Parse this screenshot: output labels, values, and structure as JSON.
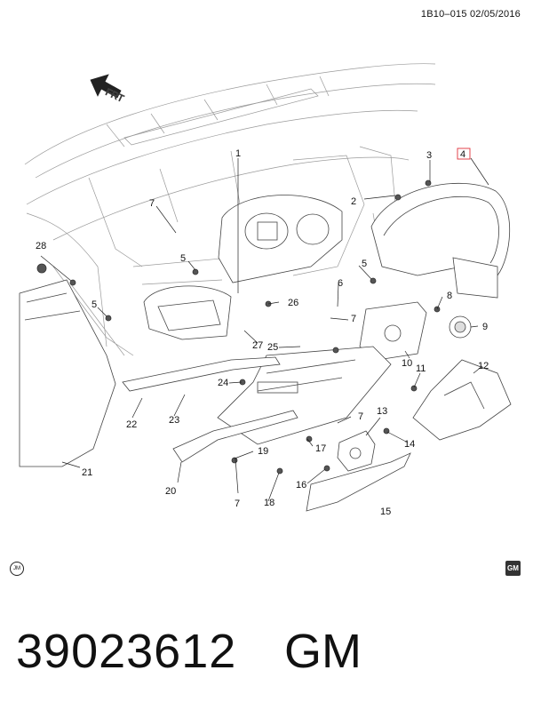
{
  "header": {
    "ref": "1B10–015  02/05/2016"
  },
  "orientation": {
    "label": "FRT"
  },
  "callouts": [
    {
      "id": "c1",
      "text": "1"
    },
    {
      "id": "c2",
      "text": "2"
    },
    {
      "id": "c3",
      "text": "3"
    },
    {
      "id": "c4",
      "text": "4"
    },
    {
      "id": "c5a",
      "text": "5"
    },
    {
      "id": "c5b",
      "text": "5"
    },
    {
      "id": "c5c",
      "text": "5"
    },
    {
      "id": "c6",
      "text": "6"
    },
    {
      "id": "c7a",
      "text": "7"
    },
    {
      "id": "c7b",
      "text": "7"
    },
    {
      "id": "c7c",
      "text": "7"
    },
    {
      "id": "c7d",
      "text": "7"
    },
    {
      "id": "c8",
      "text": "8"
    },
    {
      "id": "c9",
      "text": "9"
    },
    {
      "id": "c10",
      "text": "10"
    },
    {
      "id": "c11",
      "text": "11"
    },
    {
      "id": "c12",
      "text": "12"
    },
    {
      "id": "c13",
      "text": "13"
    },
    {
      "id": "c14",
      "text": "14"
    },
    {
      "id": "c15",
      "text": "15"
    },
    {
      "id": "c16",
      "text": "16"
    },
    {
      "id": "c17",
      "text": "17"
    },
    {
      "id": "c18",
      "text": "18"
    },
    {
      "id": "c19",
      "text": "19"
    },
    {
      "id": "c20",
      "text": "20"
    },
    {
      "id": "c21",
      "text": "21"
    },
    {
      "id": "c22",
      "text": "22"
    },
    {
      "id": "c23",
      "text": "23"
    },
    {
      "id": "c24",
      "text": "24"
    },
    {
      "id": "c25",
      "text": "25"
    },
    {
      "id": "c26",
      "text": "26"
    },
    {
      "id": "c27",
      "text": "27"
    },
    {
      "id": "c28",
      "text": "28"
    }
  ],
  "highlight_color": "#e0303a",
  "footer": {
    "part_number": "39023612",
    "brand": "GM",
    "logo_text": "GM",
    "jm_icon": "JM"
  }
}
